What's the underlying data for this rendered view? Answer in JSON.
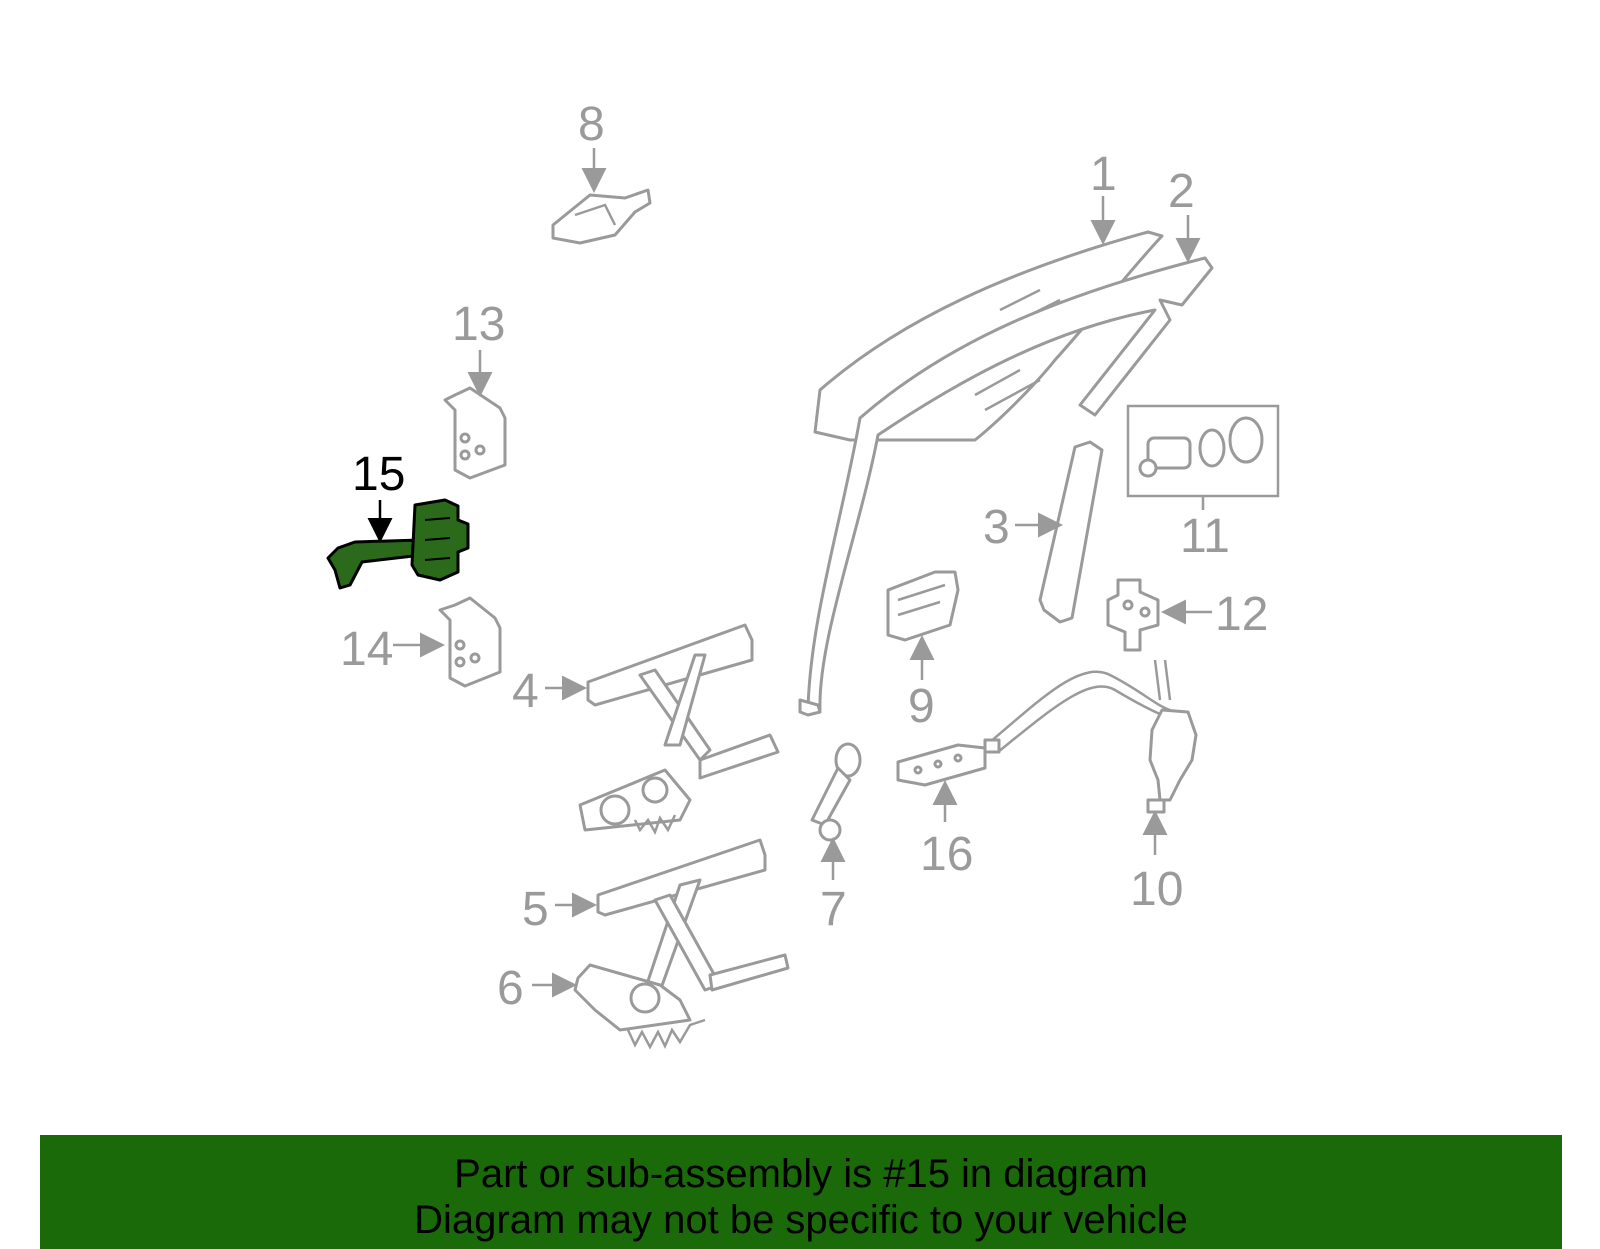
{
  "diagram": {
    "highlighted_part": "15",
    "callouts": [
      "1",
      "2",
      "3",
      "4",
      "5",
      "6",
      "7",
      "8",
      "9",
      "10",
      "11",
      "12",
      "13",
      "14",
      "15",
      "16"
    ]
  },
  "footer": {
    "line1": "Part or sub-assembly is #15 in diagram",
    "line2": "Diagram may not be specific to your vehicle"
  },
  "colors": {
    "banner": "#1a6a0a",
    "highlight": "#2a6a1a",
    "line_art": "#9a9a9a"
  }
}
